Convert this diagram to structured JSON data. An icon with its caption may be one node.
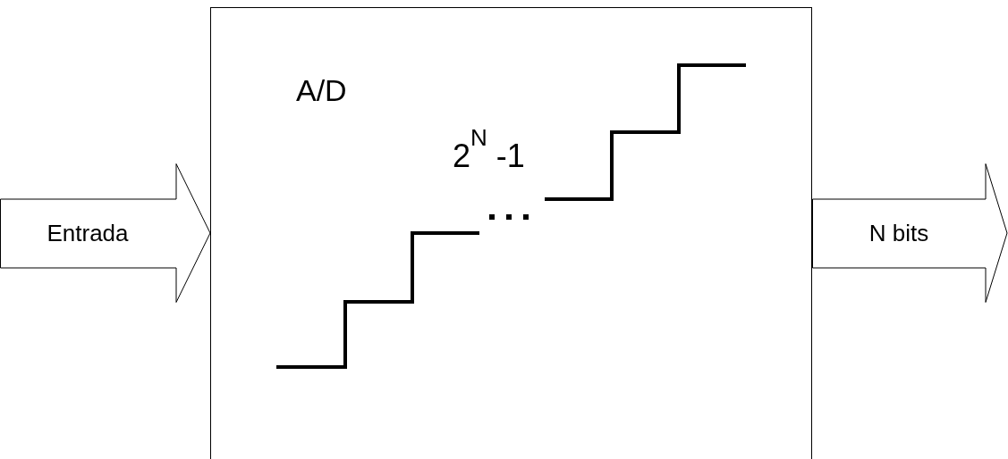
{
  "diagram": {
    "nodes": [
      {
        "text": [
          "A/D",
          "2$^{N}$ -1"
        ]
      },
      {
        "text": [
          "Entrada"
        ]
      },
      {
        "text": [
          "N bits"
        ]
      }
    ],
    "edges": []
  }
}
